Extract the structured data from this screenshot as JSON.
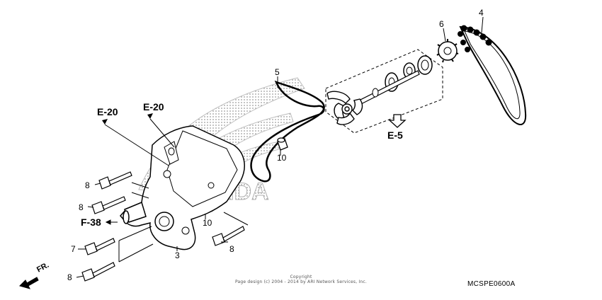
{
  "watermark": "HONDA",
  "callouts": {
    "c3": "3",
    "c4": "4",
    "c5": "5",
    "c6": "6",
    "c7": "7",
    "c8a": "8",
    "c8b": "8",
    "c8c": "8",
    "c8d": "8",
    "c10a": "10",
    "c10b": "10"
  },
  "refs": {
    "e20_left": "E-20",
    "e20_right": "E-20",
    "e5": "E-5",
    "f38": "F-38"
  },
  "front_label": "FR.",
  "copyright": {
    "line1": "Copyright",
    "line2": "Page design (c) 2004 - 2014 by ARI Network Services, Inc."
  },
  "diagram_code": "MCSPE0600A"
}
